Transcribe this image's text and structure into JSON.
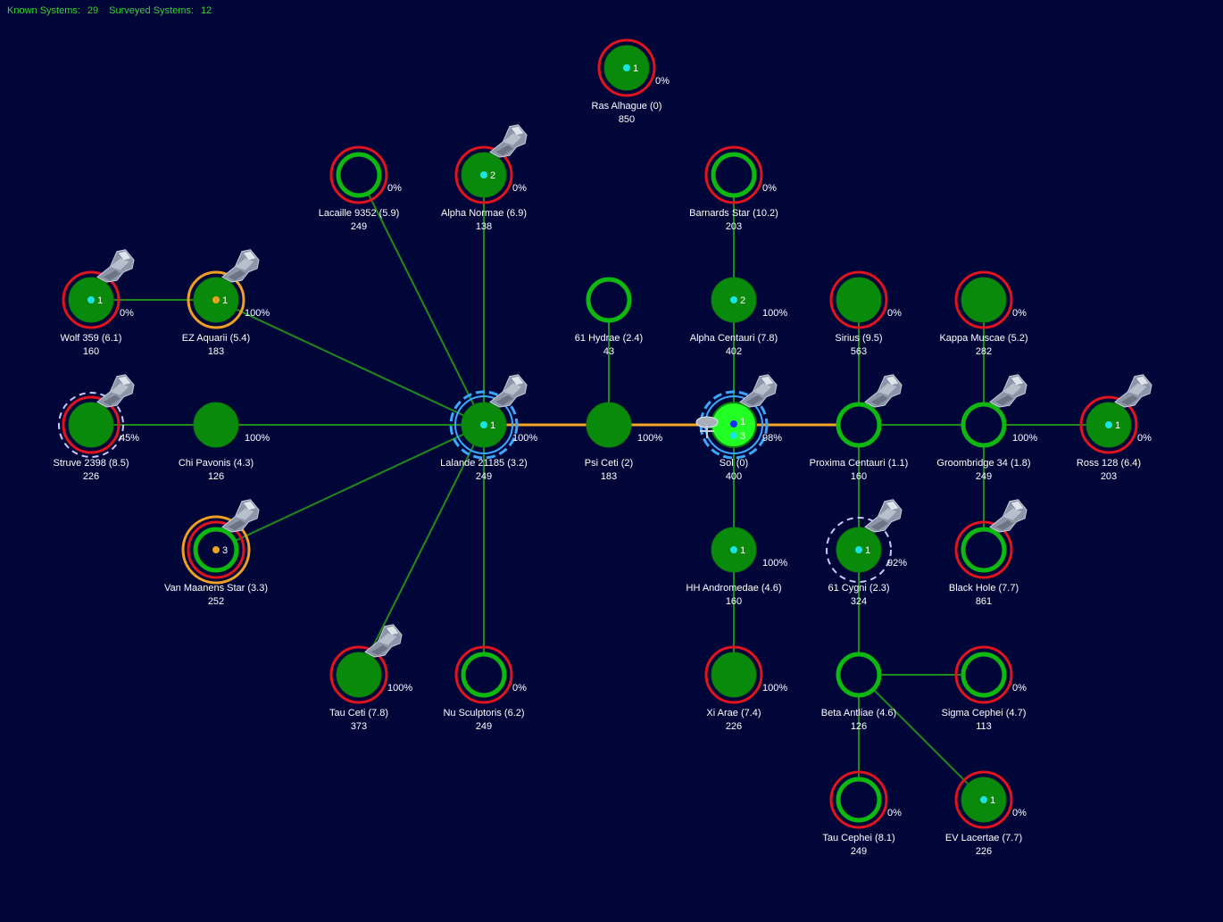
{
  "header": {
    "known_label": "Known Systems:",
    "known_count": "29",
    "surveyed_label": "Surveyed Systems:",
    "surveyed_count": "12"
  },
  "colors": {
    "background": "#000638",
    "link": "#1e8a1e",
    "route": "#f5a623",
    "node_fill": "#0a8a0a",
    "node_ring": "#0fb80f",
    "highlight_fill": "#22ff22",
    "hostile_ring": "#e0141e",
    "allied_ring": "#f0a020",
    "fleet_ring": "#3aa8ff",
    "survey_ring": "#c8c8ff"
  },
  "systems": [
    {
      "id": "ras-alhague",
      "name": "Ras Alhague  (0)",
      "value": "850",
      "pct": "0%",
      "body": "1",
      "dot": "cyan",
      "style": "filled",
      "ring": "red"
    },
    {
      "id": "lacaille-9352",
      "name": "Lacaille 9352  (5.9)",
      "value": "249",
      "pct": "0%",
      "body": "",
      "dot": "",
      "style": "hollow",
      "ring": "red"
    },
    {
      "id": "alpha-normae",
      "name": "Alpha Normae  (6.9)",
      "value": "138",
      "pct": "0%",
      "body": "2",
      "dot": "cyan",
      "style": "filled",
      "ring": "red",
      "ship": true
    },
    {
      "id": "barnards-star",
      "name": "Barnards Star  (10.2)",
      "value": "203",
      "pct": "0%",
      "body": "",
      "dot": "",
      "style": "hollow",
      "ring": "red"
    },
    {
      "id": "wolf-359",
      "name": "Wolf 359  (6.1)",
      "value": "160",
      "pct": "0%",
      "body": "1",
      "dot": "cyan",
      "style": "filled",
      "ring": "red",
      "ship": true
    },
    {
      "id": "ez-aquarii",
      "name": "EZ Aquarii  (5.4)",
      "value": "183",
      "pct": "100%",
      "body": "1",
      "dot": "orange",
      "style": "filled",
      "ring": "orange",
      "ship": true
    },
    {
      "id": "61-hydrae",
      "name": "61 Hydrae  (2.4)",
      "value": "43",
      "pct": "",
      "body": "",
      "dot": "",
      "style": "hollow",
      "ring": ""
    },
    {
      "id": "alpha-centauri",
      "name": "Alpha Centauri  (7.8)",
      "value": "402",
      "pct": "100%",
      "body": "2",
      "dot": "cyan",
      "style": "filled",
      "ring": ""
    },
    {
      "id": "sirius",
      "name": "Sirius  (9.5)",
      "value": "563",
      "pct": "0%",
      "body": "",
      "dot": "",
      "style": "filled",
      "ring": "red"
    },
    {
      "id": "kappa-muscae",
      "name": "Kappa Muscae  (5.2)",
      "value": "282",
      "pct": "0%",
      "body": "",
      "dot": "",
      "style": "filled",
      "ring": "red"
    },
    {
      "id": "struve-2398",
      "name": "Struve 2398  (8.5)",
      "value": "226",
      "pct": "45%",
      "body": "",
      "dot": "",
      "style": "filled",
      "ring": "red",
      "survey": true,
      "ship": true
    },
    {
      "id": "chi-pavonis",
      "name": "Chi Pavonis  (4.3)",
      "value": "126",
      "pct": "100%",
      "body": "",
      "dot": "",
      "style": "filled",
      "ring": ""
    },
    {
      "id": "lalande-21185",
      "name": "Lalande 21185  (3.2)",
      "value": "249",
      "pct": "100%",
      "body": "1",
      "dot": "cyan",
      "style": "filled",
      "ring": "",
      "fleet": true,
      "ship": true
    },
    {
      "id": "psi-ceti",
      "name": "Psi Ceti  (2)",
      "value": "183",
      "pct": "100%",
      "body": "",
      "dot": "",
      "style": "filled",
      "ring": ""
    },
    {
      "id": "sol",
      "name": "Sol  (0)",
      "value": "400",
      "pct": "98%",
      "body": "1",
      "body2": "3",
      "dot": "blue",
      "style": "bright",
      "ring": "",
      "fleet": true,
      "ship": true,
      "station": true
    },
    {
      "id": "proxima-centauri",
      "name": "Proxima Centauri  (1.1)",
      "value": "160",
      "pct": "",
      "body": "",
      "dot": "",
      "style": "hollow",
      "ring": "",
      "ship": true
    },
    {
      "id": "groombridge-34",
      "name": "Groombridge 34  (1.8)",
      "value": "249",
      "pct": "100%",
      "body": "",
      "dot": "",
      "style": "hollow",
      "ring": "",
      "ship": true
    },
    {
      "id": "ross-128",
      "name": "Ross 128  (6.4)",
      "value": "203",
      "pct": "0%",
      "body": "1",
      "dot": "cyan",
      "style": "filled",
      "ring": "red",
      "ship": true
    },
    {
      "id": "van-maanens-star",
      "name": "Van Maanens Star  (3.3)",
      "value": "252",
      "pct": "",
      "body": "3",
      "dot": "orange",
      "style": "hollow",
      "ring": "red",
      "outer": "orange",
      "ship": true
    },
    {
      "id": "hh-andromedae",
      "name": "HH Andromedae  (4.6)",
      "value": "160",
      "pct": "100%",
      "body": "1",
      "dot": "cyan",
      "style": "filled",
      "ring": ""
    },
    {
      "id": "61-cygni",
      "name": "61 Cygni  (2.3)",
      "value": "324",
      "pct": "92%",
      "body": "1",
      "dot": "cyan",
      "style": "filled",
      "ring": "",
      "survey": true,
      "ship": true
    },
    {
      "id": "black-hole",
      "name": "Black Hole  (7.7)",
      "value": "861",
      "pct": "",
      "body": "",
      "dot": "",
      "style": "hollow",
      "ring": "red",
      "ship": true
    },
    {
      "id": "tau-ceti",
      "name": "Tau Ceti  (7.8)",
      "value": "373",
      "pct": "100%",
      "body": "",
      "dot": "",
      "style": "filled",
      "ring": "red",
      "ship": true
    },
    {
      "id": "nu-sculptoris",
      "name": "Nu Sculptoris  (6.2)",
      "value": "249",
      "pct": "0%",
      "body": "",
      "dot": "",
      "style": "hollow",
      "ring": "red"
    },
    {
      "id": "xi-arae",
      "name": "Xi Arae  (7.4)",
      "value": "226",
      "pct": "100%",
      "body": "",
      "dot": "",
      "style": "filled",
      "ring": "red"
    },
    {
      "id": "beta-antliae",
      "name": "Beta Antliae  (4.6)",
      "value": "126",
      "pct": "",
      "body": "",
      "dot": "",
      "style": "hollow",
      "ring": ""
    },
    {
      "id": "sigma-cephei",
      "name": "Sigma Cephei  (4.7)",
      "value": "113",
      "pct": "0%",
      "body": "",
      "dot": "",
      "style": "hollow",
      "ring": "red"
    },
    {
      "id": "tau-cephei",
      "name": "Tau Cephei  (8.1)",
      "value": "249",
      "pct": "0%",
      "body": "",
      "dot": "",
      "style": "hollow",
      "ring": "red"
    },
    {
      "id": "ev-lacertae",
      "name": "EV Lacertae  (7.7)",
      "value": "226",
      "pct": "0%",
      "body": "1",
      "dot": "cyan",
      "style": "filled",
      "ring": "red"
    }
  ],
  "links": [
    [
      "wolf-359",
      "ez-aquarii",
      "link"
    ],
    [
      "ez-aquarii",
      "lalande-21185",
      "link"
    ],
    [
      "struve-2398",
      "chi-pavonis",
      "link"
    ],
    [
      "chi-pavonis",
      "lalande-21185",
      "link"
    ],
    [
      "van-maanens-star",
      "lalande-21185",
      "link"
    ],
    [
      "lacaille-9352",
      "lalande-21185",
      "link"
    ],
    [
      "alpha-normae",
      "lalande-21185",
      "link"
    ],
    [
      "tau-ceti",
      "lalande-21185",
      "link"
    ],
    [
      "nu-sculptoris",
      "lalande-21185",
      "link"
    ],
    [
      "lalande-21185",
      "psi-ceti",
      "route"
    ],
    [
      "psi-ceti",
      "sol",
      "route"
    ],
    [
      "sol",
      "proxima-centauri",
      "route"
    ],
    [
      "61-hydrae",
      "psi-ceti",
      "link"
    ],
    [
      "barnards-star",
      "alpha-centauri",
      "link"
    ],
    [
      "alpha-centauri",
      "sol",
      "link"
    ],
    [
      "sol",
      "hh-andromedae",
      "link"
    ],
    [
      "hh-andromedae",
      "xi-arae",
      "link"
    ],
    [
      "sirius",
      "proxima-centauri",
      "link"
    ],
    [
      "proxima-centauri",
      "groombridge-34",
      "link"
    ],
    [
      "kappa-muscae",
      "groombridge-34",
      "link"
    ],
    [
      "groombridge-34",
      "ross-128",
      "link"
    ],
    [
      "groombridge-34",
      "black-hole",
      "link"
    ],
    [
      "proxima-centauri",
      "61-cygni",
      "link"
    ],
    [
      "61-cygni",
      "beta-antliae",
      "link"
    ],
    [
      "beta-antliae",
      "sigma-cephei",
      "link"
    ],
    [
      "beta-antliae",
      "tau-cephei",
      "link"
    ],
    [
      "beta-antliae",
      "ev-lacertae",
      "link"
    ]
  ]
}
